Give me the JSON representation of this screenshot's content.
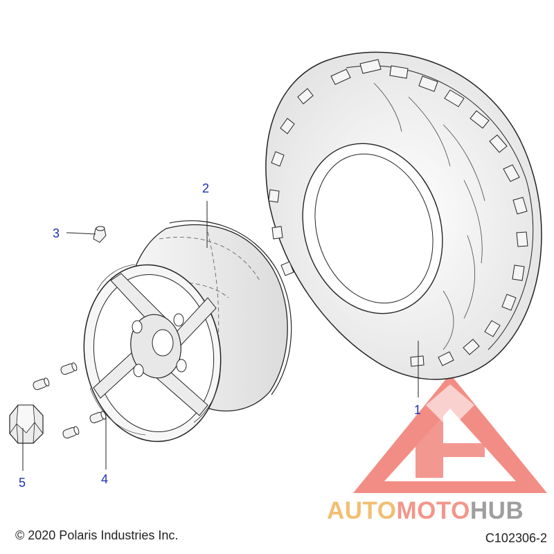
{
  "callouts": [
    {
      "id": "tire",
      "label": "1"
    },
    {
      "id": "wheel",
      "label": "2"
    },
    {
      "id": "valve-stem",
      "label": "3"
    },
    {
      "id": "wheel-stud",
      "label": "4"
    },
    {
      "id": "lug-nut",
      "label": "5"
    }
  ],
  "footer": {
    "copyright": "© 2020 Polaris Industries Inc.",
    "figure_code": "C102306-2"
  },
  "watermark": {
    "part1": "AUTO",
    "part2": "MOTO",
    "part3": "HUB",
    "colors": {
      "auto": "#f0b35a",
      "moto": "#f28476",
      "hub": "#8e8e8e",
      "logo": "#f07a70"
    }
  },
  "colors": {
    "callout": "#1f2fb8",
    "line": "#222222",
    "fill": "#f2f2f2"
  }
}
